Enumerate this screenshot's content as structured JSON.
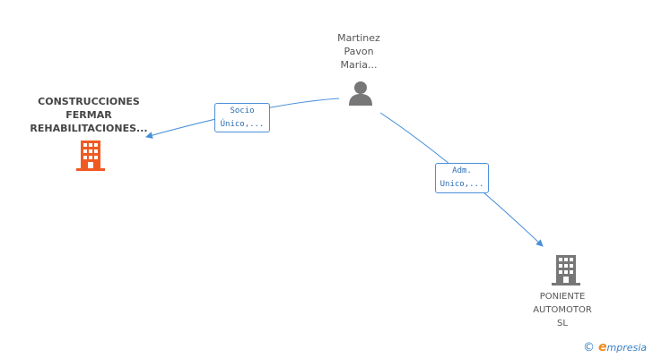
{
  "nodes": {
    "person": {
      "lines": [
        "Martinez",
        "Pavon",
        "Maria..."
      ],
      "icon": "person-icon"
    },
    "company_main": {
      "lines": [
        "CONSTRUCCIONES",
        "FERMAR",
        "REHABILITACIONES..."
      ],
      "icon": "building-icon",
      "color": "#f05a22"
    },
    "company_sub": {
      "lines": [
        "PONIENTE",
        "AUTOMOTOR",
        "SL"
      ],
      "icon": "building-icon",
      "color": "#777777"
    }
  },
  "edges": [
    {
      "label_lines": [
        "Socio",
        "Único,..."
      ],
      "from": "person",
      "to": "company_main"
    },
    {
      "label_lines": [
        "Adm.",
        "Unico,..."
      ],
      "from": "person",
      "to": "company_sub"
    }
  ],
  "colors": {
    "edge": "#4a90d9",
    "person_icon": "#777777"
  },
  "brand": {
    "copyright": "©",
    "e": "e",
    "rest": "mpresia"
  }
}
